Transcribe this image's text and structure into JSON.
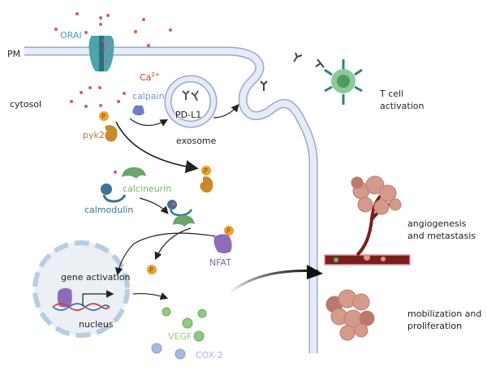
{
  "labels": {
    "pm": "PM",
    "cytosol": "cytosol",
    "orai": "ORAI",
    "ca": "Ca",
    "ca_charge": "2+",
    "calpain": "calpain",
    "pd_l1": "PD-L1",
    "exosome": "exosome",
    "pyk2": "pyk2",
    "calcineurin": "calcineurin",
    "calmodulin": "calmodulin",
    "nfat": "NFAT",
    "gene_activation": "gene activation",
    "nucleus": "nucleus",
    "vegf": "VEGF",
    "cox2": "COX-2",
    "t_cell_line1": "T cell",
    "t_cell_line2": "activation",
    "angio_line1": "angiogenesis",
    "angio_line2": "and metastasis",
    "mob_line1": "mobilization and",
    "mob_line2": "proliferation",
    "phospho": "P"
  },
  "colors": {
    "membrane_fill": "#e6ecf7",
    "membrane_edge": "#9aa6cf",
    "calcium": "#d9577a",
    "orai_channel": "#4fa3ad",
    "orai_dark": "#2f6f7a",
    "phospho": "#f0a030",
    "pyk2": "#c98a2c",
    "calcineurin": "#6aa56a",
    "calmodulin": "#3f7296",
    "nfat": "#8e6cb8",
    "vegf_sphere": "#8fcb7f",
    "cox2_sphere": "#a8b8e0",
    "tcell": "#8cc99a",
    "tcell_core": "#4e9a63",
    "tcell_receptor": "#2f7f85",
    "vessel": "#7a1f1f",
    "tumor": "#d49a8c",
    "nucleus_fill": "#eceff3",
    "nucleus_edge": "#b6cde3"
  }
}
